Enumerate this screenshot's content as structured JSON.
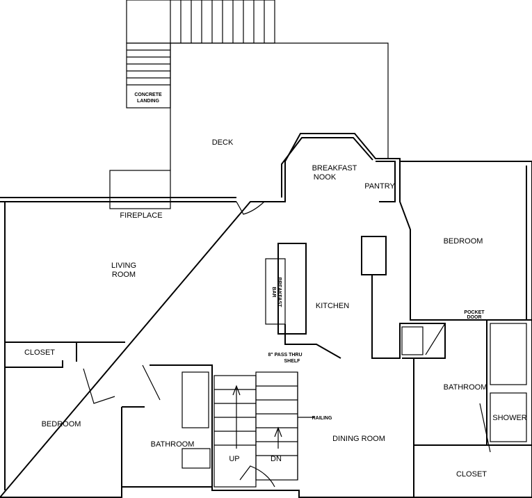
{
  "rooms": {
    "deck": "DECK",
    "concrete_landing_1": "CONCRETE",
    "concrete_landing_2": "LANDING",
    "breakfast_nook_1": "BREAKFAST",
    "breakfast_nook_2": "NOOK",
    "pantry": "PANTRY",
    "fireplace": "FIREPLACE",
    "living_room_1": "LIVING",
    "living_room_2": "ROOM",
    "breakfast_bar_1": "BREAKFAST",
    "breakfast_bar_2": "BAR",
    "kitchen": "KITCHEN",
    "bedroom_right": "BEDROOM",
    "pocket_door_1": "POCKET",
    "pocket_door_2": "DOOR",
    "pass_thru_1": "8\" PASS THRU",
    "pass_thru_2": "SHELF",
    "closet_left": "CLOSET",
    "bedroom_left": "BEDROOM",
    "bathroom_left": "BATHROOM",
    "railing": "RAILING",
    "up": "UP",
    "dn": "DN",
    "dining_room": "DINING ROOM",
    "bathroom_right": "BATHROOM",
    "shower": "SHOWER",
    "closet_right": "CLOSET"
  }
}
